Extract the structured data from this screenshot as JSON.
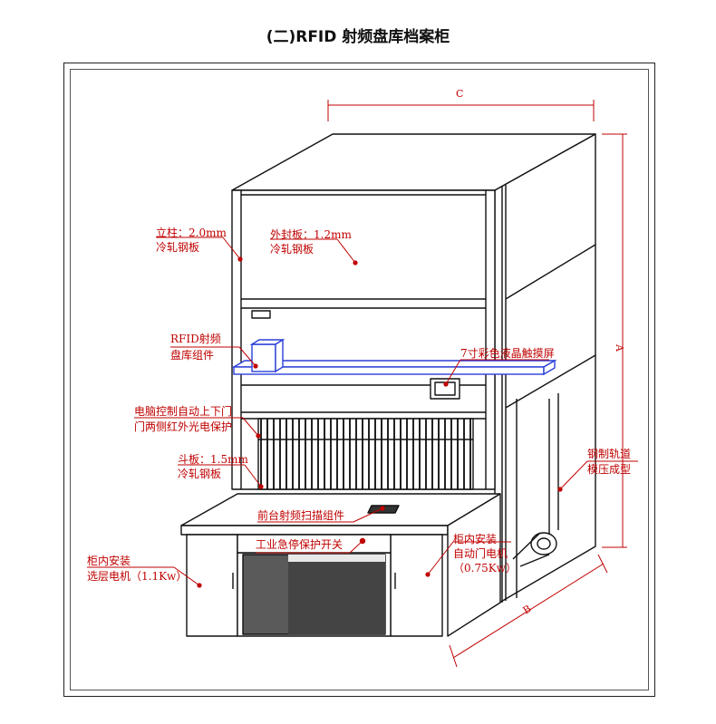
{
  "title": "(二)RFID 射频盘库档案柜",
  "dimensions": {
    "c": "C",
    "a": "A",
    "b": "B"
  },
  "labels": {
    "column_1": "立柱：2.0mm",
    "column_2": "冷轧钢板",
    "cover_1": "外封板：1.2mm",
    "cover_2": "冷轧钢板",
    "rfid_1": "RFID射频",
    "rfid_2": "盘库组件",
    "touchscreen": "7寸彩色液晶触摸屏",
    "door_1": "电脑控制自动上下门",
    "door_2": "门两侧红外光电保护",
    "bin_1": "斗板：1.5mm",
    "bin_2": "冷轧钢板",
    "front_scan": "前台射频扫描组件",
    "estop": "工业急停保护开关",
    "rail_1": "钢制轨道",
    "rail_2": "模压成型",
    "motor_left_1": "柜内安装",
    "motor_left_2": "选层电机（1.1Kw）",
    "motor_right_1": "柜内安装",
    "motor_right_2": "自动门电机",
    "motor_right_3": "（0.75Kw）"
  },
  "colors": {
    "annotation": "#c00000",
    "rfid_blue": "#2b3fd8",
    "line": "#111111"
  }
}
